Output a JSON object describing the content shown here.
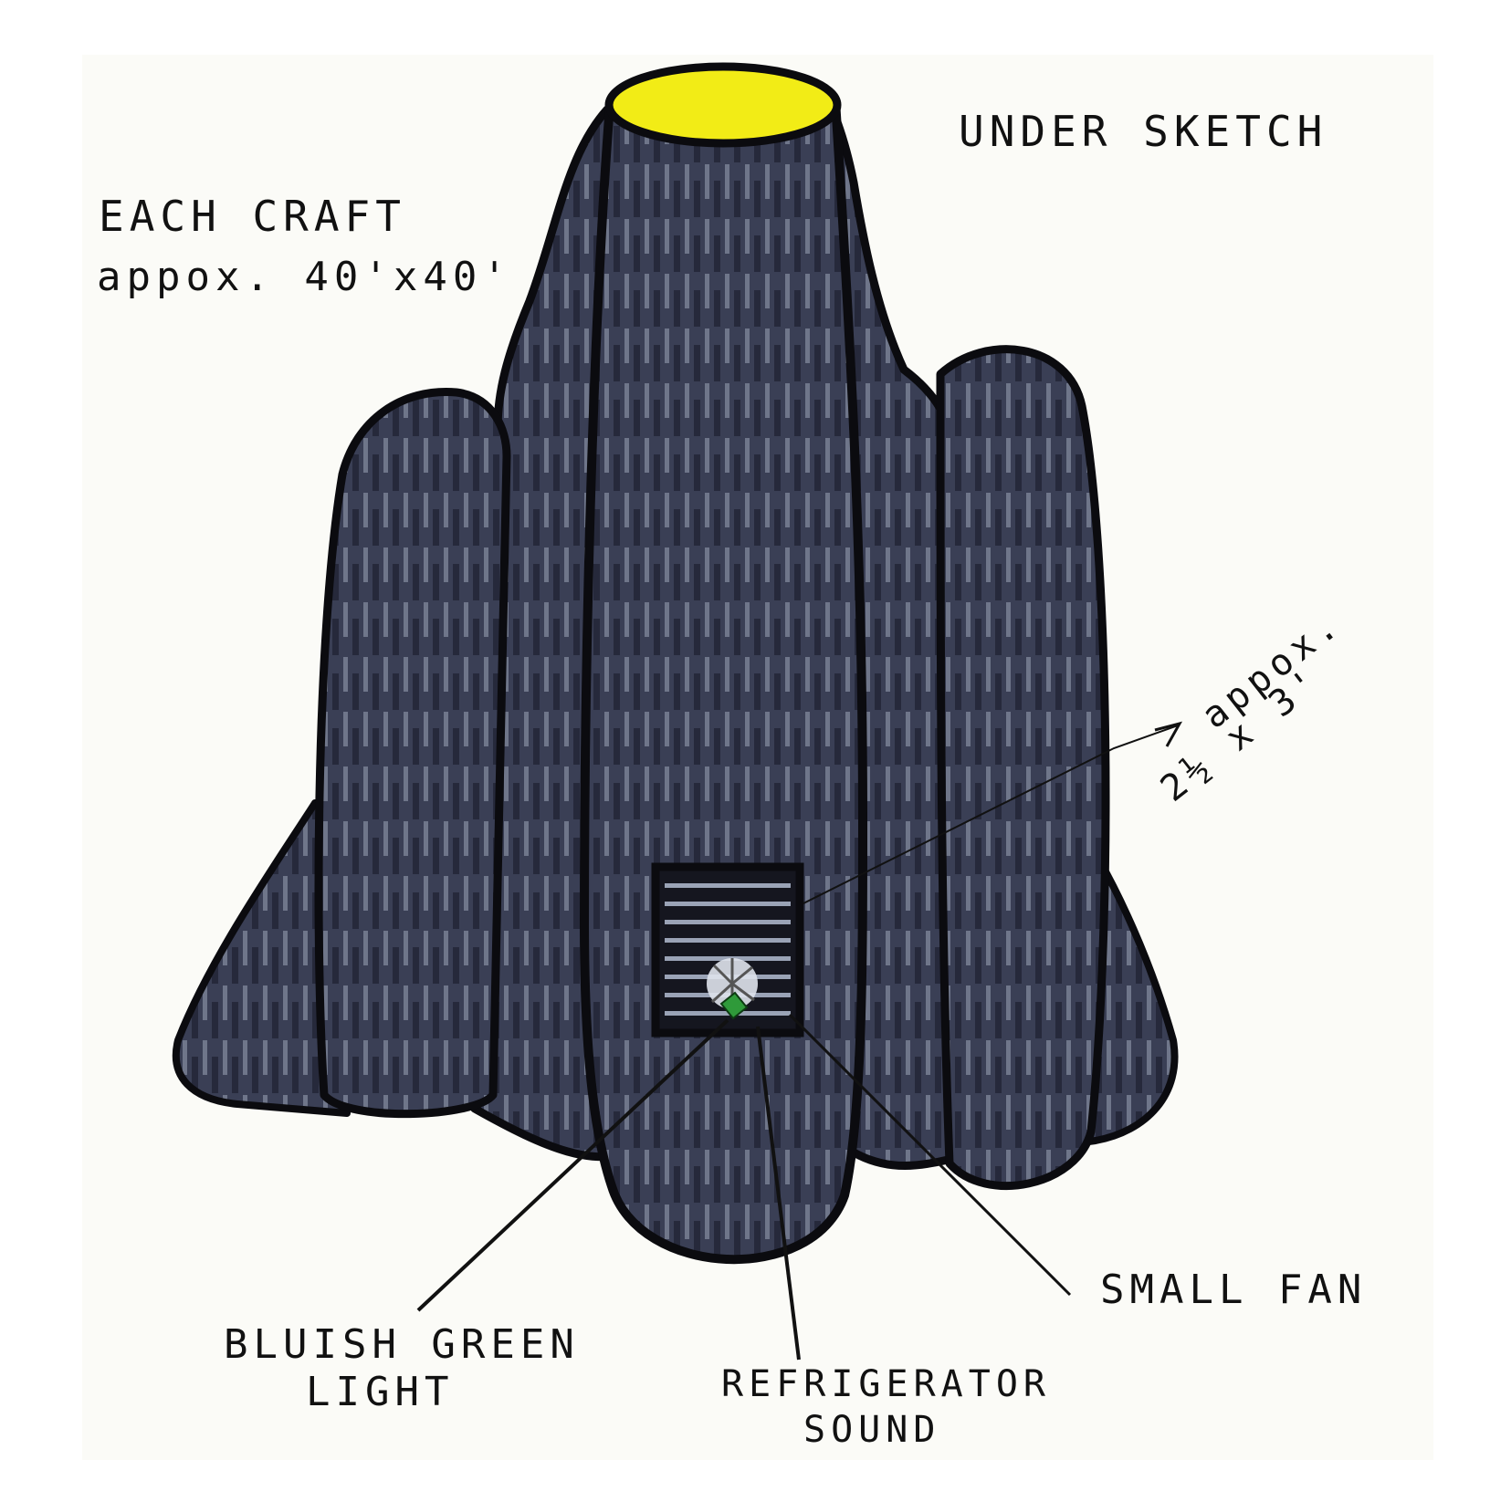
{
  "labels": {
    "each_craft_line1": "EACH CRAFT",
    "each_craft_line2": "appox. 40'x40'",
    "under_sketch": "UNDER SKETCH",
    "vent_size_line1": "appox.",
    "vent_size_line2": "2½ x 3'",
    "small_fan": "SMALL FAN",
    "light_line1": "BLUISH GREEN",
    "light_line2": "LIGHT",
    "sound_line1": "REFRIGERATOR",
    "sound_line2": "SOUND"
  },
  "colors": {
    "body_fill": "#3a3f55",
    "body_dark": "#1e2133",
    "body_light": "#9aa3b6",
    "outline": "#0b0b0f",
    "top_opening": "#f2ec16",
    "green_light": "#2f9a3a"
  }
}
